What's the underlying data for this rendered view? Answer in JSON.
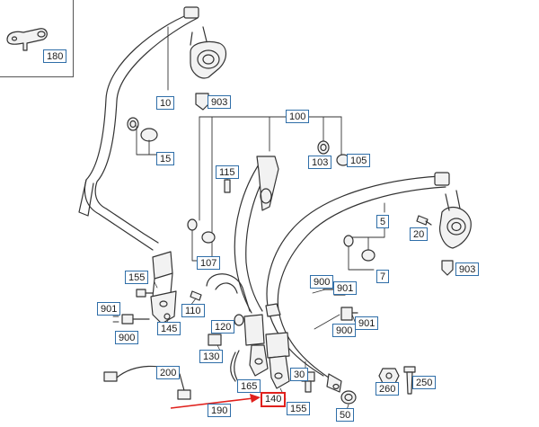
{
  "diagram": {
    "highlight_color": "#e0201c",
    "label_border_color": "#2f6ea8",
    "parts": {
      "p180": "180",
      "p10": "10",
      "p903a": "903",
      "p100": "100",
      "p15": "15",
      "p103": "103",
      "p105": "105",
      "p115": "115",
      "p5": "5",
      "p20": "20",
      "p107": "107",
      "p7": "7",
      "p903b": "903",
      "p155a": "155",
      "p900a": "900",
      "p901a": "901",
      "p110": "110",
      "p120": "120",
      "p145": "145",
      "p901b": "901",
      "p900b": "900",
      "p900c": "900",
      "p901c": "901",
      "p130": "130",
      "p200": "200",
      "p165": "165",
      "p30": "30",
      "p260": "260",
      "p250": "250",
      "p140": "140",
      "p190": "190",
      "p155b": "155",
      "p50": "50"
    }
  }
}
